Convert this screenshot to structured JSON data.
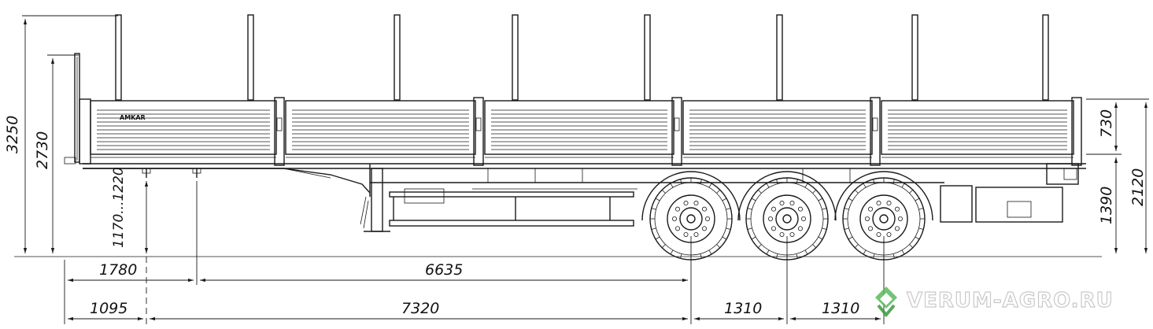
{
  "brand_plate": "AMKAR",
  "watermark": {
    "text": "VERUM-AGRO.RU",
    "logo_colors": [
      "#5cb85c",
      "#3a9a3a"
    ]
  },
  "dimensions": {
    "overall_height": "3250",
    "front_wall_height": "2730",
    "side_board_height": "730",
    "platform_height": "1390",
    "total_height_to_board": "2120",
    "kingpin_height": "1170...1220",
    "kingpin_to_leg": "1780",
    "leg_to_axle": "6635",
    "front_overhang": "1095",
    "kingpin_to_first_axle": "7320",
    "axle_spacing_1": "1310",
    "axle_spacing_2": "1310"
  }
}
